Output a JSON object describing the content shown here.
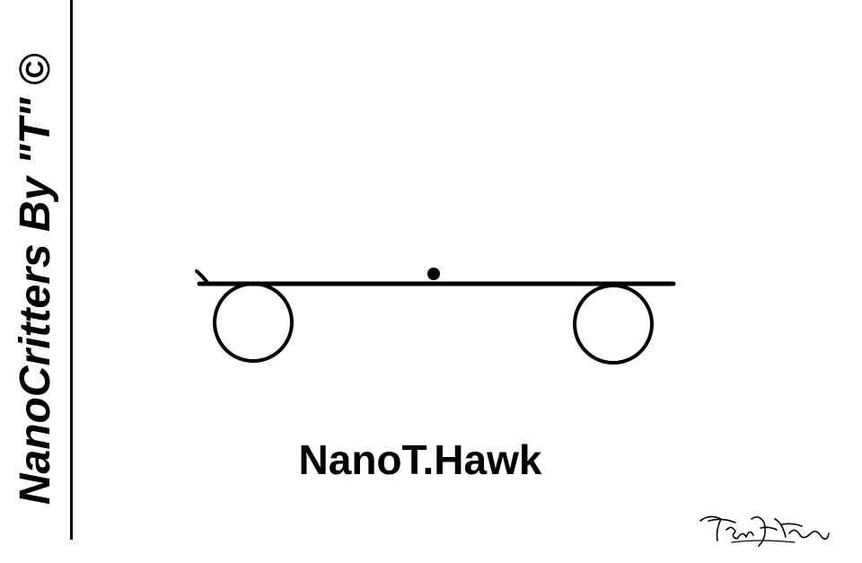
{
  "side_title": "NanoCritters By \"T\" ©",
  "caption": "NanoT.Hawk",
  "signature": "Terry A. Tucker",
  "colors": {
    "ink": "#000000",
    "background": "#ffffff"
  }
}
